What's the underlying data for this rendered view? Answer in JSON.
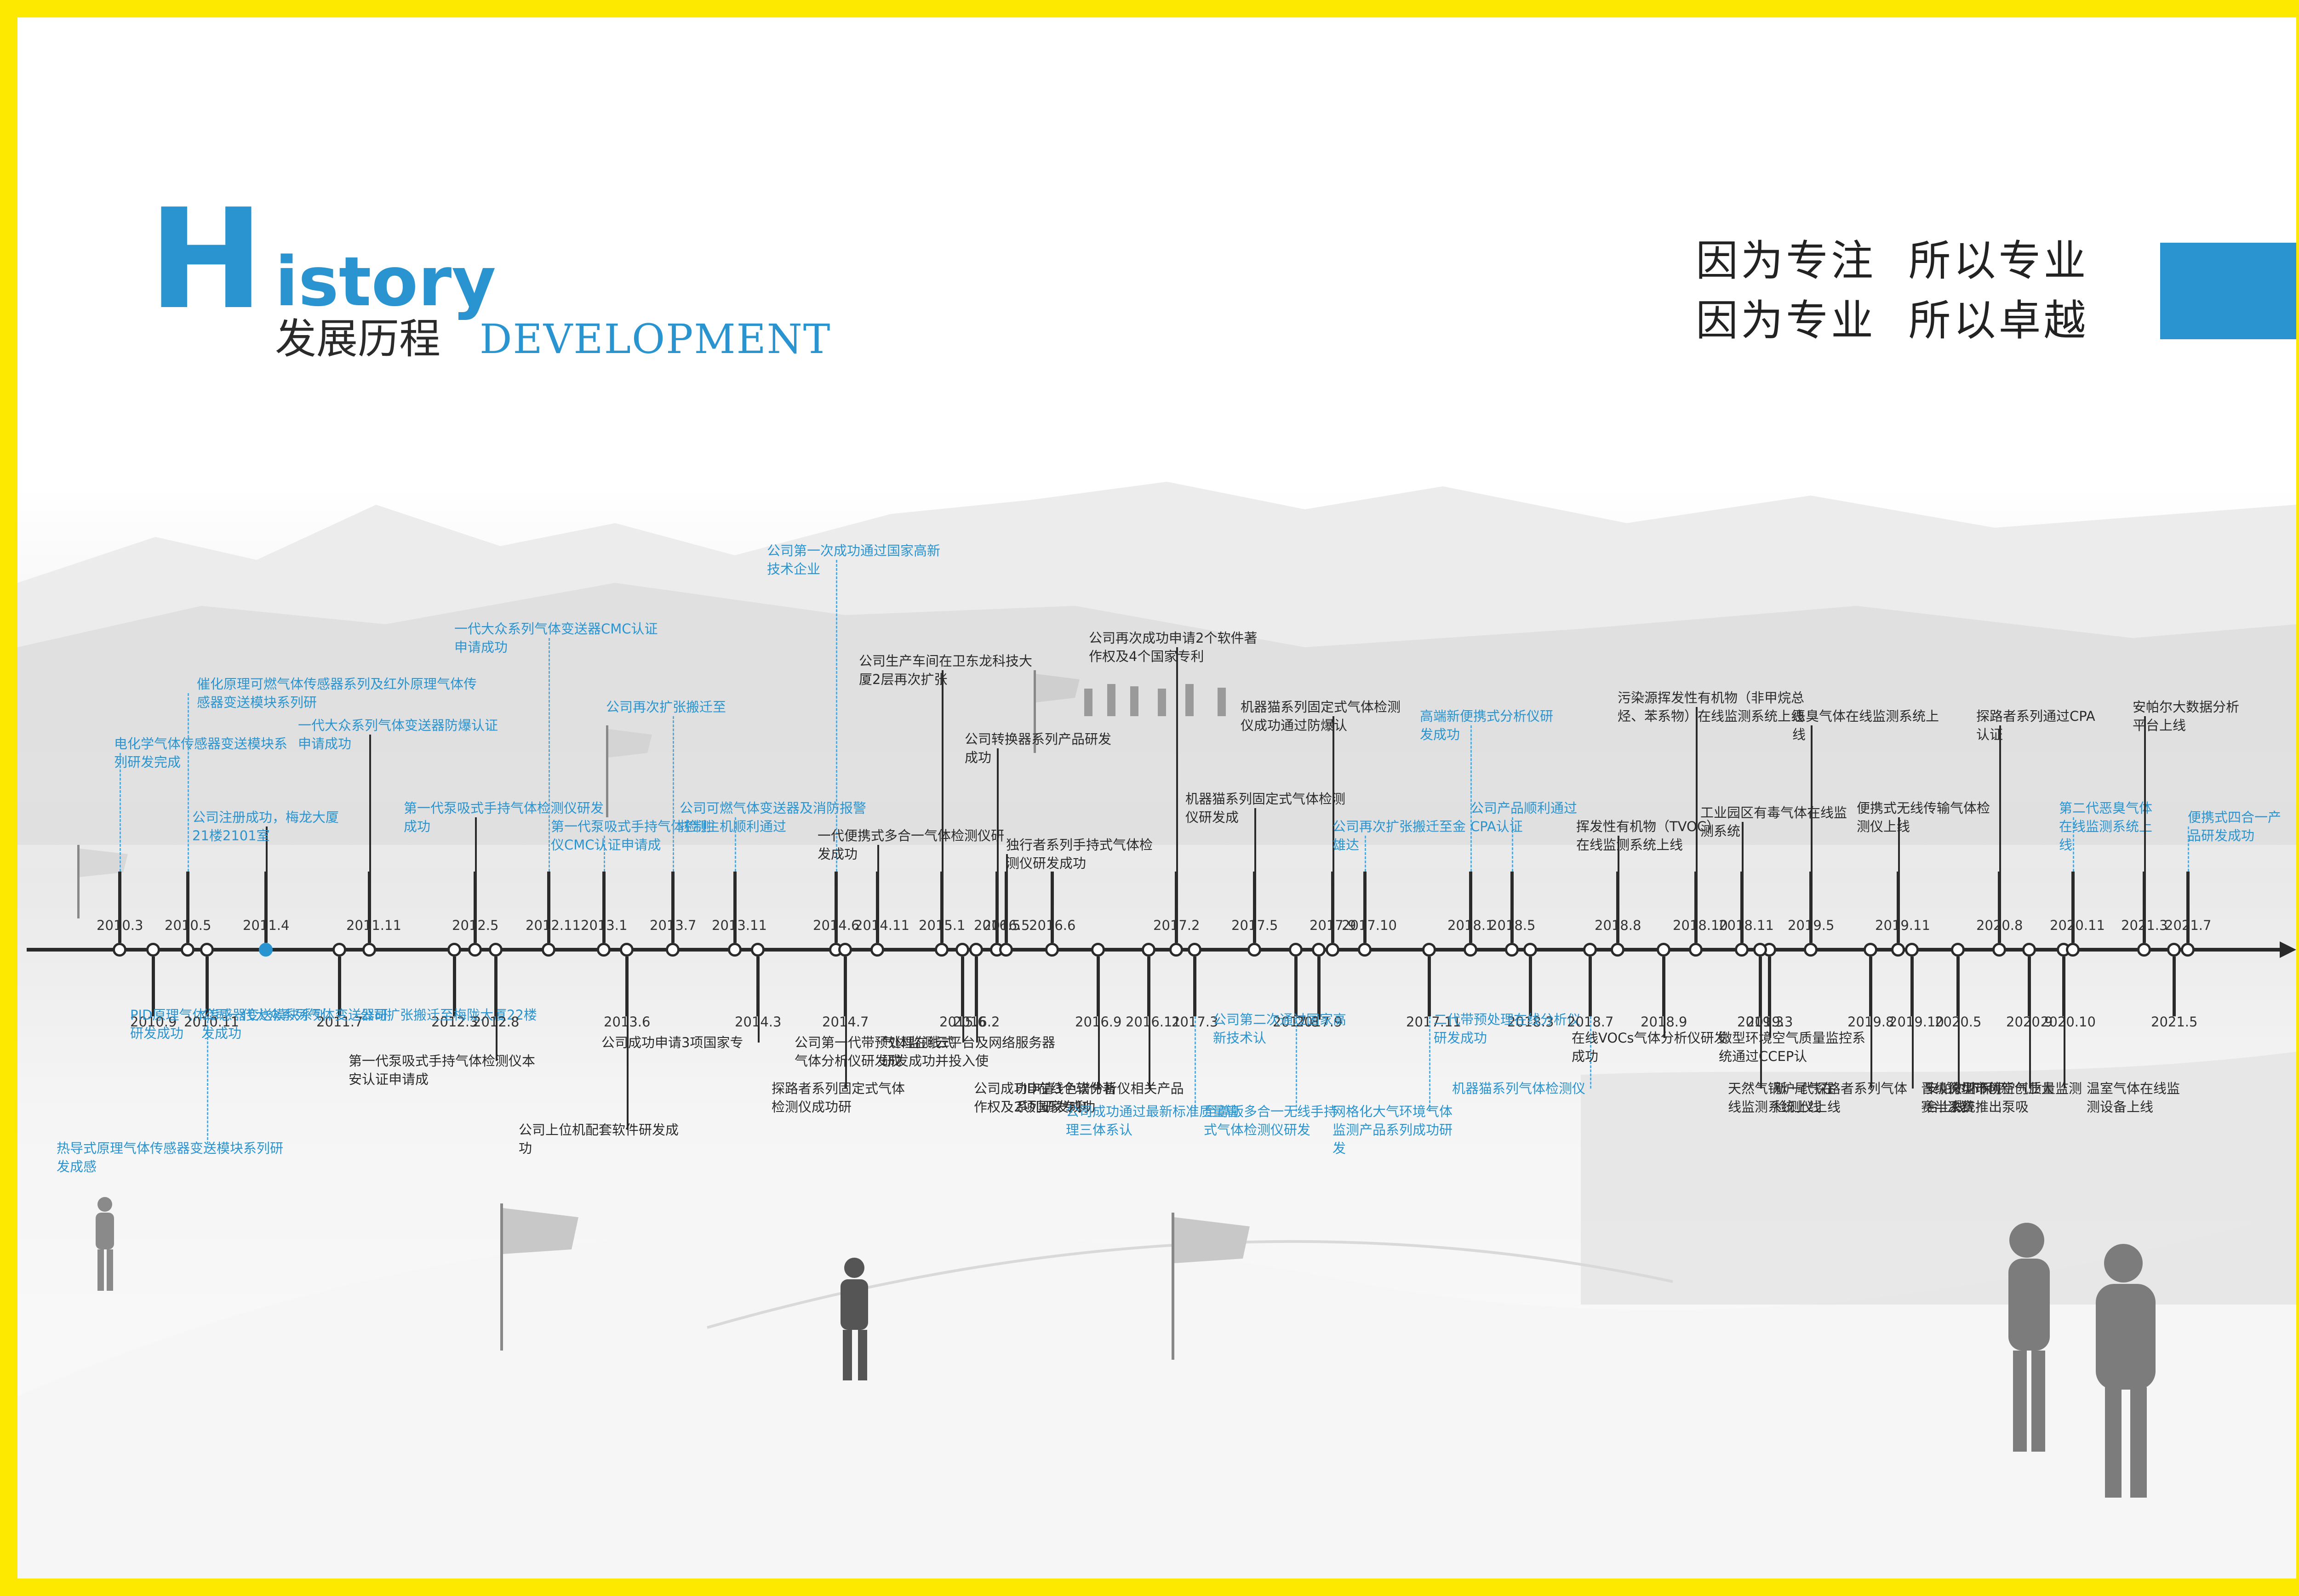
{
  "header": {
    "title_big_letter": "H",
    "title_rest": "istory",
    "subtitle_cn": "发展历程",
    "subtitle_en": "DEVELOPMENT",
    "slogan_line1": "因为专注  所以专业",
    "slogan_line2": "因为专业  所以卓越",
    "accent_color": "#2a94d0",
    "frame_color": "#fde800"
  },
  "timeline": {
    "events": [
      {
        "date": "2010.3",
        "text": "电化学气体传感器变送模块系列研发完成",
        "color": "blue",
        "side": "up"
      },
      {
        "date": "2010.5",
        "text": "催化原理可燃气体传感器系列及红外原理气体传感器变送模块系列研",
        "color": "blue",
        "side": "up"
      },
      {
        "date": "2010.9",
        "text": "PID原理气体传感器变送模块系列研发成功",
        "color": "blue",
        "side": "down"
      },
      {
        "date": "2010.11",
        "text": "热导式原理气体传感器变送模块系列研发成感",
        "color": "blue",
        "side": "down"
      },
      {
        "date": "2011.4",
        "text": "公司注册成功，梅龙大厦21楼2101室",
        "color": "blue",
        "side": "up",
        "highlight": true
      },
      {
        "date": "2011.7",
        "text": "公司一代大众系列气体变送器研发成功",
        "color": "blue",
        "side": "down"
      },
      {
        "date": "2011.11",
        "text": "一代大众系列气体变送器防爆认证申请成功",
        "color": "blue",
        "side": "up"
      },
      {
        "date": "2012.3",
        "text": "公司扩张搬迁至梅陇大厦22楼",
        "color": "blue",
        "side": "down"
      },
      {
        "date": "2012.5",
        "text": "第一代泵吸式手持气体检测仪研发成功",
        "color": "blue",
        "side": "up"
      },
      {
        "date": "2012.8",
        "text": "第一代泵吸式手持气体检测仪本安认证申请成",
        "color": "black",
        "side": "down"
      },
      {
        "date": "2012.11",
        "text": "一代大众系列气体变送器CMC认证申请成功",
        "color": "blue",
        "side": "up"
      },
      {
        "date": "2013.1",
        "text": "第一代泵吸式手持气体检测仪CMC认证申请成",
        "color": "blue",
        "side": "up"
      },
      {
        "date": "2013.6",
        "text": "公司上位机配套软件研发成功",
        "color": "black",
        "side": "down"
      },
      {
        "date": "2013.7",
        "text": "公司再次扩张搬迁至",
        "color": "blue",
        "side": "up"
      },
      {
        "date": "2013.11",
        "text": "公司可燃气体变送器及消防报警控制主机顺利通过",
        "color": "blue",
        "side": "up"
      },
      {
        "date": "2014.3",
        "text": "公司成功申请3项国家专",
        "color": "black",
        "side": "down"
      },
      {
        "date": "2014.6",
        "text": "公司第一次成功通过国家高新技术企业",
        "color": "blue",
        "side": "up"
      },
      {
        "date": "2014.7",
        "text": "探路者系列固定式气体检测仪成功研",
        "color": "black",
        "side": "down"
      },
      {
        "date": "2014.11",
        "text": "一代便携式多合一气体检测仪研发成功",
        "color": "black",
        "side": "up"
      },
      {
        "date": "2015.1",
        "text": "公司生产车间在卫东龙科技大厦2层再次扩张",
        "color": "black",
        "side": "up"
      },
      {
        "date": "2015.6",
        "text": "公司第一代带预处理在线式气体分析仪研发成",
        "color": "black",
        "side": "down"
      },
      {
        "date": "2016.2",
        "text": "气体监测云平台及网络服务器研发成功并投入使",
        "color": "black",
        "side": "down"
      },
      {
        "date": "2016.5",
        "text": "公司转换器系列产品研发成功",
        "color": "black",
        "side": "up"
      },
      {
        "date": "2016.5b",
        "text": "独行者系列手持式气体检测仪研发成功",
        "color": "black",
        "side": "up"
      },
      {
        "date": "2016.6",
        "text": "",
        "color": "black",
        "side": "up"
      },
      {
        "date": "2016.9",
        "text": "公司成功申请3个软件著作权及2项国家专利",
        "color": "black",
        "side": "down"
      },
      {
        "date": "2016.11",
        "text": "FID在线色谱分析仪相关产品系列研发成功",
        "color": "black",
        "side": "down"
      },
      {
        "date": "2017.2",
        "text": "公司再次成功申请2个软件著作权及4个国家专利",
        "color": "black",
        "side": "up"
      },
      {
        "date": "2017.3",
        "text": "公司成功通过最新标准质量管理三体系认",
        "color": "blue",
        "side": "down"
      },
      {
        "date": "2017.5",
        "text": "机器猫系列固定式气体检测仪研发成",
        "color": "black",
        "side": "up"
      },
      {
        "date": "2017.8",
        "text": "至尊版多合一无线手持式气体检测仪研发",
        "color": "blue",
        "side": "down"
      },
      {
        "date": "2017.9",
        "text": "机器猫系列固定式气体检测仪成功通过防爆认",
        "color": "black",
        "side": "up"
      },
      {
        "date": "2017.9b",
        "text": "公司第二次通过国家高新技术认",
        "color": "blue",
        "side": "down"
      },
      {
        "date": "2017.10",
        "text": "公司再次扩张搬迁至金雄达",
        "color": "blue",
        "side": "up"
      },
      {
        "date": "2017.11",
        "text": "网格化大气环境气体监测产品系列成功研发",
        "color": "blue",
        "side": "down"
      },
      {
        "date": "2018.1",
        "text": "高端新便携式分析仪研发成功",
        "color": "blue",
        "side": "up"
      },
      {
        "date": "2018.3",
        "text": "二代带预处理在线分析仪研发成功",
        "color": "blue",
        "side": "down"
      },
      {
        "date": "2018.5",
        "text": "公司产品顺利通过CPA认证",
        "color": "blue",
        "side": "up"
      },
      {
        "date": "2018.7",
        "text": "机器猫系列气体检测仪",
        "color": "blue",
        "side": "down"
      },
      {
        "date": "2018.8",
        "text": "挥发性有机物（TVOC）在线监测系统上线",
        "color": "black",
        "side": "up"
      },
      {
        "date": "2018.9",
        "text": "在线VOCs气体分析仪研发成功",
        "color": "black",
        "side": "down"
      },
      {
        "date": "2018.10",
        "text": "污染源挥发性有机物（非甲烷总烃、苯系物）在线监测系统上线",
        "color": "black",
        "side": "up"
      },
      {
        "date": "2018.11",
        "text": "工业园区有毒气体在线监测系统",
        "color": "black",
        "side": "up"
      },
      {
        "date": "2019.3",
        "text": "微型环境空气质量监控系统通过CCEP认",
        "color": "black",
        "side": "down"
      },
      {
        "date": "2019.3b",
        "text": "天然气锅炉尾气在线监测系统上线",
        "color": "black",
        "side": "down"
      },
      {
        "date": "2019.5",
        "text": "恶臭气体在线监测系统上线",
        "color": "black",
        "side": "up"
      },
      {
        "date": "2019.8",
        "text": "新一代探路者系列气体检测仪上线",
        "color": "black",
        "side": "down"
      },
      {
        "date": "2019.10",
        "text": "微型环境空气质量监测系统推出泵吸",
        "color": "black",
        "side": "down"
      },
      {
        "date": "2019.11",
        "text": "便携式无线传输气体检测仪上线",
        "color": "black",
        "side": "up"
      },
      {
        "date": "2020.5",
        "text": "安帕尔环保平台上线",
        "color": "black",
        "side": "down"
      },
      {
        "date": "2020.8",
        "text": "探路者系列通过CPA认证",
        "color": "black",
        "side": "up"
      },
      {
        "date": "2020.9",
        "text": "晋级深圳市创新创业大赛半决赛",
        "color": "black",
        "side": "down"
      },
      {
        "date": "2020.10",
        "text": "温室气体在线监测设备上线",
        "color": "black",
        "side": "down"
      },
      {
        "date": "2020.11",
        "text": "第二代恶臭气体在线监测系统上线",
        "color": "blue",
        "side": "up"
      },
      {
        "date": "2021.3",
        "text": "安帕尔大数据分析平台上线",
        "color": "black",
        "side": "up"
      },
      {
        "date": "2021.5",
        "text": "",
        "color": "black",
        "side": "down"
      },
      {
        "date": "2021.7",
        "text": "便携式四合一产品研发成功",
        "color": "blue",
        "side": "up"
      }
    ]
  }
}
